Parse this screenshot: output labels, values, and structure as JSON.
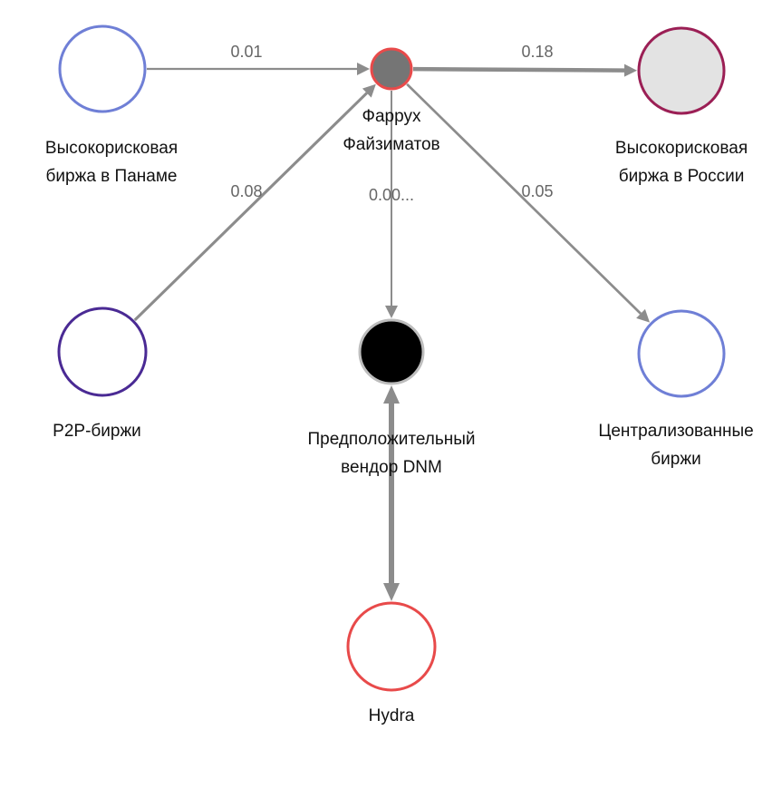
{
  "nodes": [
    {
      "id": "panama",
      "lines": [
        "Высокорисковая",
        "биржа в Панаме"
      ],
      "fill": "#ffffff",
      "stroke": "#6f7fd6"
    },
    {
      "id": "farrukh",
      "lines": [
        "Фаррух",
        "Файзиматов"
      ],
      "fill": "#757575",
      "stroke": "#e84a4a"
    },
    {
      "id": "russia",
      "lines": [
        "Высокорисковая",
        "биржа в России"
      ],
      "fill": "#e3e3e3",
      "stroke": "#9b1f55"
    },
    {
      "id": "p2p",
      "lines": [
        "P2P-биржи"
      ],
      "fill": "#ffffff",
      "stroke": "#4a2a94"
    },
    {
      "id": "vendor",
      "lines": [
        "Предположительный",
        "вендор DNM"
      ],
      "fill": "#000000",
      "stroke": "#bdbdbd"
    },
    {
      "id": "central",
      "lines": [
        "Централизованные",
        "биржи"
      ],
      "fill": "#ffffff",
      "stroke": "#6f7fd6"
    },
    {
      "id": "hydra",
      "lines": [
        "Hydra"
      ],
      "fill": "#ffffff",
      "stroke": "#e84a4a"
    }
  ],
  "edges": [
    {
      "id": "panama-farrukh",
      "source": "panama",
      "target": "farrukh",
      "label": "0.01",
      "weight": 0.01
    },
    {
      "id": "farrukh-russia",
      "source": "farrukh",
      "target": "russia",
      "label": "0.18",
      "weight": 0.18
    },
    {
      "id": "p2p-farrukh",
      "source": "p2p",
      "target": "farrukh",
      "label": "0.08",
      "weight": 0.08
    },
    {
      "id": "farrukh-vendor",
      "source": "farrukh",
      "target": "vendor",
      "label": "0.00...",
      "weight": 0.0
    },
    {
      "id": "farrukh-central",
      "source": "farrukh",
      "target": "central",
      "label": "0.05",
      "weight": 0.05
    },
    {
      "id": "vendor-hydra",
      "source": "vendor",
      "target": "hydra",
      "label": "",
      "weight": 1,
      "bidirectional": true
    }
  ]
}
